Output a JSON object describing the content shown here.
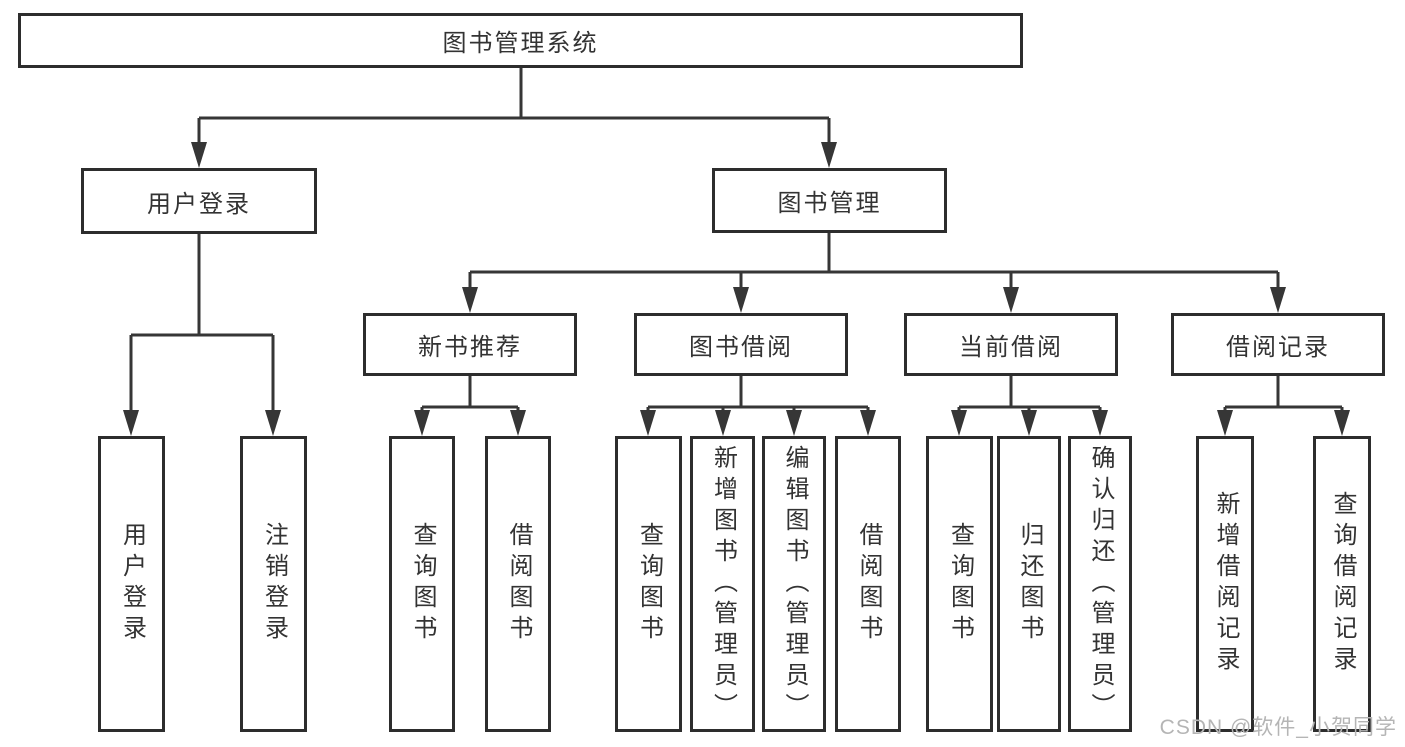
{
  "diagram": {
    "title": "图书管理系统",
    "branches": [
      {
        "label": "用户登录",
        "children": [
          {
            "label": "用户登录"
          },
          {
            "label": "注销登录"
          }
        ]
      },
      {
        "label": "图书管理",
        "children": [
          {
            "label": "新书推荐",
            "children": [
              {
                "label": "查询图书"
              },
              {
                "label": "借阅图书"
              }
            ]
          },
          {
            "label": "图书借阅",
            "children": [
              {
                "label": "查询图书"
              },
              {
                "label": "新增图书（管理员）"
              },
              {
                "label": "编辑图书（管理员）"
              },
              {
                "label": "借阅图书"
              }
            ]
          },
          {
            "label": "当前借阅",
            "children": [
              {
                "label": "查询图书"
              },
              {
                "label": "归还图书"
              },
              {
                "label": "确认归还（管理员）"
              }
            ]
          },
          {
            "label": "借阅记录",
            "children": [
              {
                "label": "新增借阅记录"
              },
              {
                "label": "查询借阅记录"
              }
            ]
          }
        ]
      }
    ]
  },
  "watermark": {
    "text": "CSDN @软件_小贺同学"
  },
  "colors": {
    "line": "#363636",
    "border": "#2d2d2d",
    "text": "#333333",
    "watermark": "#b5b5b5",
    "background": "#ffffff"
  }
}
